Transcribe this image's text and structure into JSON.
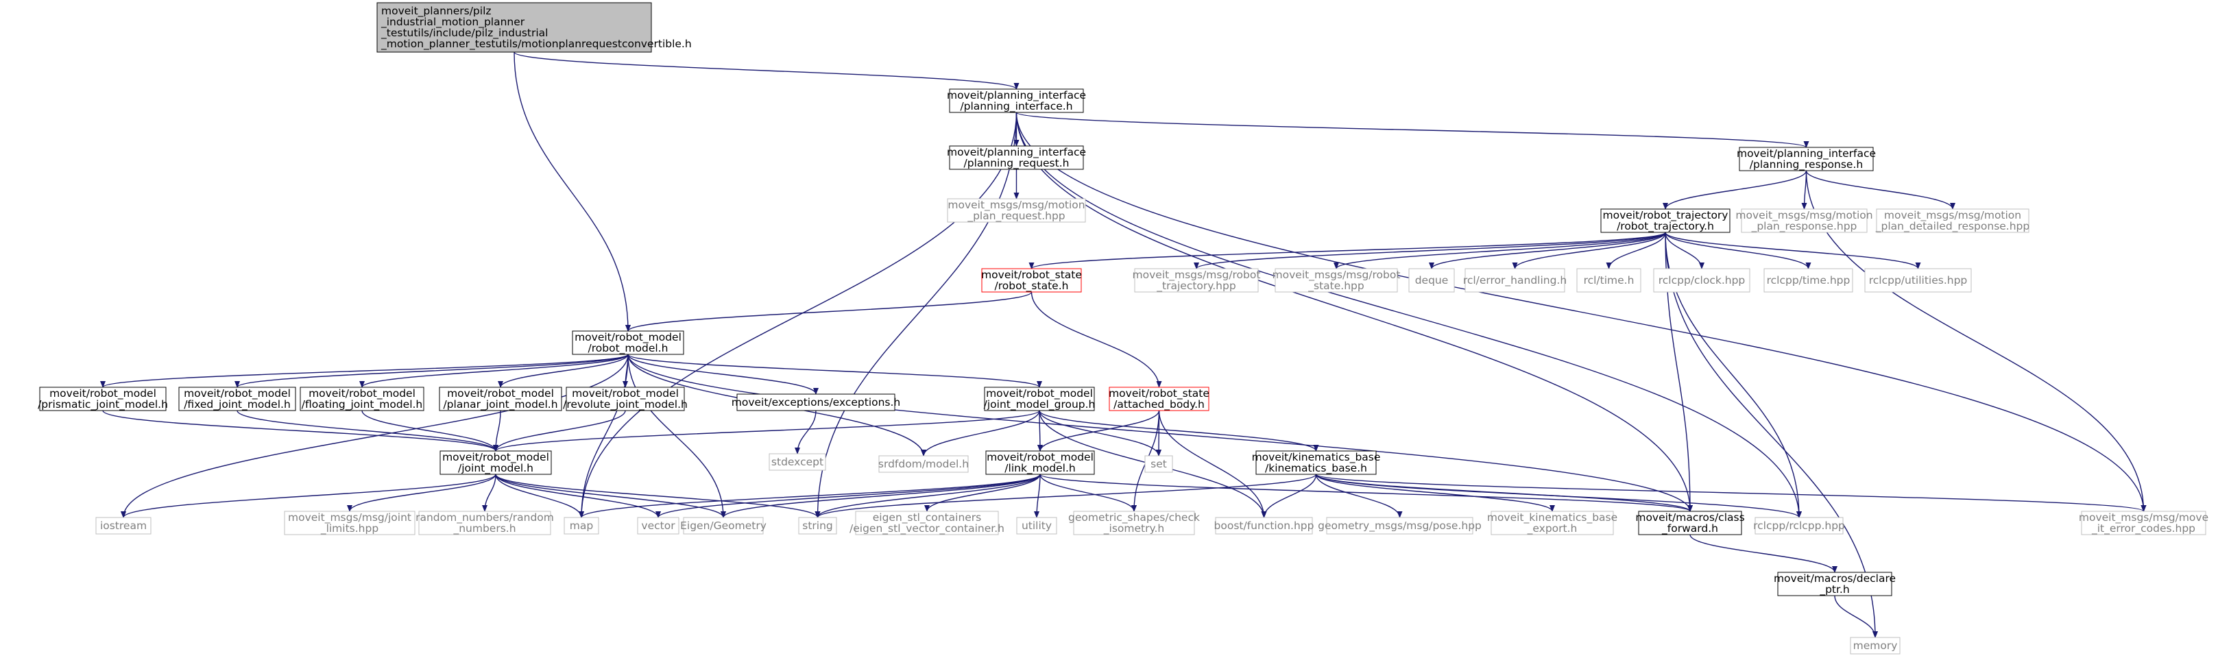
{
  "graph_title": "",
  "colors": {
    "edge": "#191970",
    "root_fill": "#bfbfbf",
    "internal_border": "#000000",
    "red_border": "#ff0000",
    "external_border": "#bfbfbf",
    "external_text": "#7f7f7f"
  },
  "nodes": [
    {
      "id": "root",
      "kind": "root",
      "lines": [
        "moveit_planners/pilz",
        "_industrial_motion_planner",
        "_testutils/include/pilz_industrial",
        "_motion_planner_testutils/motionplanrequestconvertible.h"
      ]
    },
    {
      "id": "pi",
      "kind": "internal",
      "lines": [
        "moveit/planning_interface",
        "/planning_interface.h"
      ]
    },
    {
      "id": "preq",
      "kind": "internal",
      "lines": [
        "moveit/planning_interface",
        "/planning_request.h"
      ]
    },
    {
      "id": "mpreq",
      "kind": "external",
      "lines": [
        "moveit_msgs/msg/motion",
        "_plan_request.hpp"
      ]
    },
    {
      "id": "presp",
      "kind": "internal",
      "lines": [
        "moveit/planning_interface",
        "/planning_response.h"
      ]
    },
    {
      "id": "rt",
      "kind": "internal",
      "lines": [
        "moveit/robot_trajectory",
        "/robot_trajectory.h"
      ]
    },
    {
      "id": "mpresp",
      "kind": "external",
      "lines": [
        "moveit_msgs/msg/motion",
        "_plan_response.hpp"
      ]
    },
    {
      "id": "mpdresp",
      "kind": "external",
      "lines": [
        "moveit_msgs/msg/motion",
        "_plan_detailed_response.hpp"
      ]
    },
    {
      "id": "rs",
      "kind": "red",
      "lines": [
        "moveit/robot_state",
        "/robot_state.h"
      ]
    },
    {
      "id": "rtmsg",
      "kind": "external",
      "lines": [
        "moveit_msgs/msg/robot",
        "_trajectory.hpp"
      ]
    },
    {
      "id": "rsmsg",
      "kind": "external",
      "lines": [
        "moveit_msgs/msg/robot",
        "_state.hpp"
      ]
    },
    {
      "id": "deque",
      "kind": "external",
      "lines": [
        "deque"
      ]
    },
    {
      "id": "rclerr",
      "kind": "external",
      "lines": [
        "rcl/error_handling.h"
      ]
    },
    {
      "id": "rcltime",
      "kind": "external",
      "lines": [
        "rcl/time.h"
      ]
    },
    {
      "id": "clock",
      "kind": "external",
      "lines": [
        "rclcpp/clock.hpp"
      ]
    },
    {
      "id": "rcltimehpp",
      "kind": "external",
      "lines": [
        "rclcpp/time.hpp"
      ]
    },
    {
      "id": "util",
      "kind": "external",
      "lines": [
        "rclcpp/utilities.hpp"
      ]
    },
    {
      "id": "rm",
      "kind": "internal",
      "lines": [
        "moveit/robot_model",
        "/robot_model.h"
      ]
    },
    {
      "id": "prism",
      "kind": "internal",
      "lines": [
        "moveit/robot_model",
        "/prismatic_joint_model.h"
      ]
    },
    {
      "id": "fixed",
      "kind": "internal",
      "lines": [
        "moveit/robot_model",
        "/fixed_joint_model.h"
      ]
    },
    {
      "id": "floating",
      "kind": "internal",
      "lines": [
        "moveit/robot_model",
        "/floating_joint_model.h"
      ]
    },
    {
      "id": "planar",
      "kind": "internal",
      "lines": [
        "moveit/robot_model",
        "/planar_joint_model.h"
      ]
    },
    {
      "id": "revolute",
      "kind": "internal",
      "lines": [
        "moveit/robot_model",
        "/revolute_joint_model.h"
      ]
    },
    {
      "id": "exc",
      "kind": "internal",
      "lines": [
        "moveit/exceptions/exceptions.h"
      ]
    },
    {
      "id": "stdexc",
      "kind": "external",
      "lines": [
        "stdexcept"
      ]
    },
    {
      "id": "jmg",
      "kind": "internal",
      "lines": [
        "moveit/robot_model",
        "/joint_model_group.h"
      ]
    },
    {
      "id": "ab",
      "kind": "red",
      "lines": [
        "moveit/robot_state",
        "/attached_body.h"
      ]
    },
    {
      "id": "jm",
      "kind": "internal",
      "lines": [
        "moveit/robot_model",
        "/joint_model.h"
      ]
    },
    {
      "id": "srdf",
      "kind": "external",
      "lines": [
        "srdfdom/model.h"
      ]
    },
    {
      "id": "set",
      "kind": "external",
      "lines": [
        "set"
      ]
    },
    {
      "id": "lm",
      "kind": "internal",
      "lines": [
        "moveit/robot_model",
        "/link_model.h"
      ]
    },
    {
      "id": "kb",
      "kind": "internal",
      "lines": [
        "moveit/kinematics_base",
        "/kinematics_base.h"
      ]
    },
    {
      "id": "iostream",
      "kind": "external",
      "lines": [
        "iostream"
      ]
    },
    {
      "id": "jlimits",
      "kind": "external",
      "lines": [
        "moveit_msgs/msg/joint",
        "_limits.hpp"
      ]
    },
    {
      "id": "rand",
      "kind": "external",
      "lines": [
        "random_numbers/random",
        "_numbers.h"
      ]
    },
    {
      "id": "map",
      "kind": "external",
      "lines": [
        "map"
      ]
    },
    {
      "id": "vector",
      "kind": "external",
      "lines": [
        "vector"
      ]
    },
    {
      "id": "eigen",
      "kind": "external",
      "lines": [
        "Eigen/Geometry"
      ]
    },
    {
      "id": "string",
      "kind": "external",
      "lines": [
        "string"
      ]
    },
    {
      "id": "eigenstl",
      "kind": "external",
      "lines": [
        "eigen_stl_containers",
        "/eigen_stl_vector_container.h"
      ]
    },
    {
      "id": "utility",
      "kind": "external",
      "lines": [
        "utility"
      ]
    },
    {
      "id": "geoshapes",
      "kind": "external",
      "lines": [
        "geometric_shapes/check",
        "_isometry.h"
      ]
    },
    {
      "id": "boostfn",
      "kind": "external",
      "lines": [
        "boost/function.hpp"
      ]
    },
    {
      "id": "pose",
      "kind": "external",
      "lines": [
        "geometry_msgs/msg/pose.hpp"
      ]
    },
    {
      "id": "kbexport",
      "kind": "external",
      "lines": [
        "moveit_kinematics_base",
        "_export.h"
      ]
    },
    {
      "id": "classfwd",
      "kind": "internal",
      "lines": [
        "moveit/macros/class",
        "_forward.h"
      ]
    },
    {
      "id": "rclcpp",
      "kind": "external",
      "lines": [
        "rclcpp/rclcpp.hpp"
      ]
    },
    {
      "id": "errcodes",
      "kind": "external",
      "lines": [
        "moveit_msgs/msg/move",
        "_it_error_codes.hpp"
      ]
    },
    {
      "id": "declptr",
      "kind": "internal",
      "lines": [
        "moveit/macros/declare",
        "_ptr.h"
      ]
    },
    {
      "id": "memory",
      "kind": "external",
      "lines": [
        "memory"
      ]
    }
  ],
  "edges": [
    [
      "root",
      "pi"
    ],
    [
      "root",
      "rm"
    ],
    [
      "pi",
      "preq"
    ],
    [
      "pi",
      "presp"
    ],
    [
      "pi",
      "string"
    ],
    [
      "pi",
      "classfwd"
    ],
    [
      "pi",
      "rclcpp"
    ],
    [
      "pi",
      "errcodes"
    ],
    [
      "pi",
      "map"
    ],
    [
      "preq",
      "mpreq"
    ],
    [
      "presp",
      "rt"
    ],
    [
      "presp",
      "mpresp"
    ],
    [
      "presp",
      "mpdresp"
    ],
    [
      "presp",
      "errcodes"
    ],
    [
      "rt",
      "rs"
    ],
    [
      "rt",
      "rtmsg"
    ],
    [
      "rt",
      "rsmsg"
    ],
    [
      "rt",
      "deque"
    ],
    [
      "rt",
      "rclerr"
    ],
    [
      "rt",
      "rcltime"
    ],
    [
      "rt",
      "clock"
    ],
    [
      "rt",
      "rcltimehpp"
    ],
    [
      "rt",
      "util"
    ],
    [
      "rt",
      "memory"
    ],
    [
      "rt",
      "classfwd"
    ],
    [
      "rt",
      "rclcpp"
    ],
    [
      "rs",
      "rm"
    ],
    [
      "rs",
      "ab"
    ],
    [
      "rm",
      "prism"
    ],
    [
      "rm",
      "fixed"
    ],
    [
      "rm",
      "floating"
    ],
    [
      "rm",
      "planar"
    ],
    [
      "rm",
      "revolute"
    ],
    [
      "rm",
      "exc"
    ],
    [
      "rm",
      "jmg"
    ],
    [
      "rm",
      "srdf"
    ],
    [
      "rm",
      "eigen"
    ],
    [
      "rm",
      "iostream"
    ],
    [
      "rm",
      "map"
    ],
    [
      "rm",
      "classfwd"
    ],
    [
      "prism",
      "jm"
    ],
    [
      "fixed",
      "jm"
    ],
    [
      "floating",
      "jm"
    ],
    [
      "planar",
      "jm"
    ],
    [
      "revolute",
      "jm"
    ],
    [
      "exc",
      "stdexc"
    ],
    [
      "jmg",
      "jm"
    ],
    [
      "jmg",
      "lm"
    ],
    [
      "jmg",
      "kb"
    ],
    [
      "jmg",
      "srdf"
    ],
    [
      "jmg",
      "set"
    ],
    [
      "jmg",
      "boostfn"
    ],
    [
      "ab",
      "lm"
    ],
    [
      "ab",
      "set"
    ],
    [
      "ab",
      "boostfn"
    ],
    [
      "ab",
      "geoshapes"
    ],
    [
      "jm",
      "iostream"
    ],
    [
      "jm",
      "jlimits"
    ],
    [
      "jm",
      "rand"
    ],
    [
      "jm",
      "map"
    ],
    [
      "jm",
      "vector"
    ],
    [
      "jm",
      "eigen"
    ],
    [
      "jm",
      "string"
    ],
    [
      "lm",
      "map"
    ],
    [
      "lm",
      "vector"
    ],
    [
      "lm",
      "eigen"
    ],
    [
      "lm",
      "string"
    ],
    [
      "lm",
      "eigenstl"
    ],
    [
      "lm",
      "utility"
    ],
    [
      "lm",
      "geoshapes"
    ],
    [
      "lm",
      "classfwd"
    ],
    [
      "kb",
      "string"
    ],
    [
      "kb",
      "boostfn"
    ],
    [
      "kb",
      "pose"
    ],
    [
      "kb",
      "kbexport"
    ],
    [
      "kb",
      "classfwd"
    ],
    [
      "kb",
      "rclcpp"
    ],
    [
      "kb",
      "errcodes"
    ],
    [
      "classfwd",
      "declptr"
    ],
    [
      "declptr",
      "memory"
    ]
  ]
}
